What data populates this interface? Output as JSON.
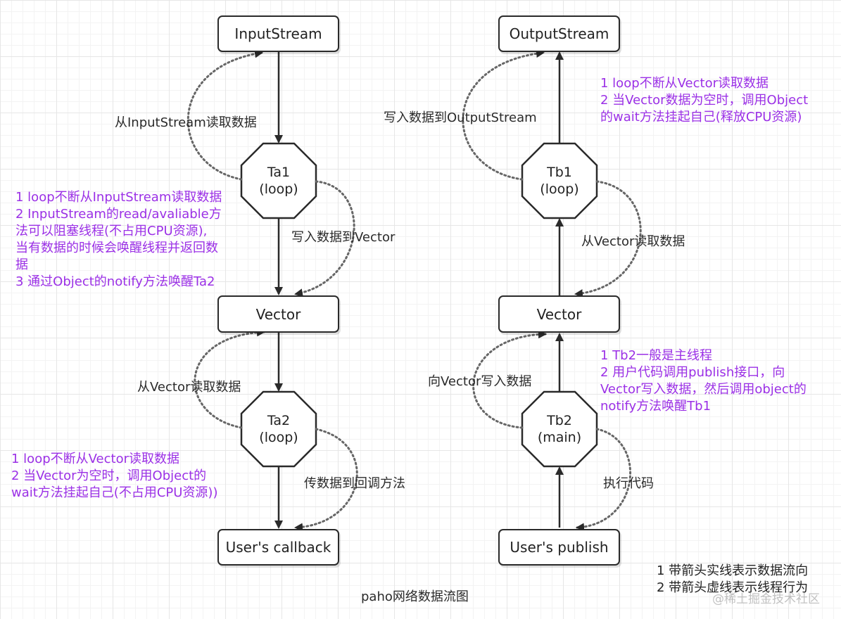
{
  "nodes": {
    "input_stream": "InputStream",
    "output_stream": "OutputStream",
    "vector_left": "Vector",
    "vector_right": "Vector",
    "users_callback": "User's callback",
    "users_publish": "User's publish"
  },
  "threads": {
    "ta1": {
      "name": "Ta1",
      "mode": "(loop)"
    },
    "ta2": {
      "name": "Ta2",
      "mode": "(loop)"
    },
    "tb1": {
      "name": "Tb1",
      "mode": "(loop)"
    },
    "tb2": {
      "name": "Tb2",
      "mode": "(main)"
    }
  },
  "edge_labels": {
    "read_from_inputstream": "从InputStream读取数据",
    "write_to_vector": "写入数据到Vector",
    "read_from_vector_left": "从Vector读取数据",
    "pass_to_callback": "传数据到回调方法",
    "write_to_outputstream": "写入数据到OutputStream",
    "read_from_vector_right": "从Vector读取数据",
    "write_into_vector": "向Vector写入数据",
    "execute_code": "执行代码"
  },
  "notes": {
    "ta1": [
      "1 loop不断从InputStream读取数据",
      "2 InputStream的read/avaliable方",
      "法可以阻塞线程(不占用CPU资源),",
      "当有数据的时候会唤醒线程并返回数",
      "据",
      "3 通过Object的notify方法唤醒Ta2"
    ],
    "ta2": [
      "1 loop不断从Vector读取数据",
      "2 当Vector为空时，调用Object的",
      "wait方法挂起自己(不占用CPU资源))"
    ],
    "tb1": [
      "1 loop不断从Vector读取数据",
      "2 当Vector数据为空时，调用Object",
      "的wait方法挂起自己(释放CPU资源)"
    ],
    "tb2": [
      "1 Tb2一般是主线程",
      "2 用户代码调用publish接口，向",
      "Vector写入数据，然后调用object的",
      "notify方法唤醒Tb1"
    ]
  },
  "legend": [
    "1 带箭头实线表示数据流向",
    "2 带箭头虚线表示线程行为"
  ],
  "caption": "paho网络数据流图",
  "watermark": "@稀土掘金技术社区",
  "colors": {
    "note_text": "#9b30e6",
    "stroke": "#2a2a2a",
    "dotted": "#666666"
  }
}
